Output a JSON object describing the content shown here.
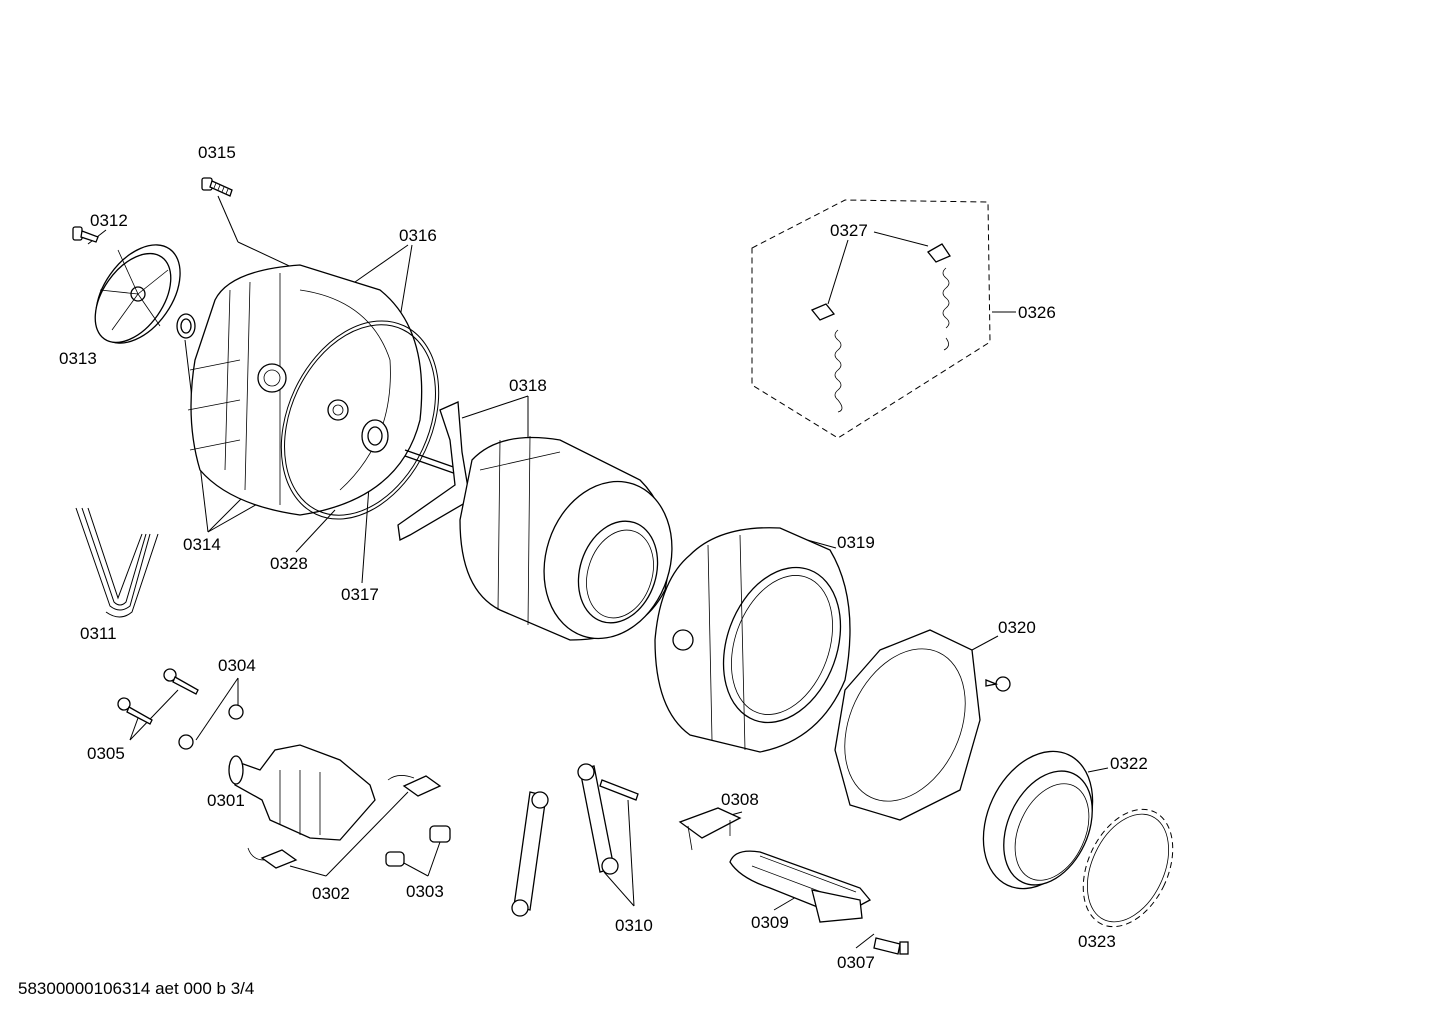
{
  "footer": "58300000106314 aet 000 b 3/4",
  "callouts": {
    "c0301": "0301",
    "c0302": "0302",
    "c0303": "0303",
    "c0304": "0304",
    "c0305": "0305",
    "c0307": "0307",
    "c0308": "0308",
    "c0309": "0309",
    "c0310": "0310",
    "c0311": "0311",
    "c0312": "0312",
    "c0313": "0313",
    "c0314": "0314",
    "c0315": "0315",
    "c0316": "0316",
    "c0317": "0317",
    "c0318": "0318",
    "c0319": "0319",
    "c0320": "0320",
    "c0322": "0322",
    "c0323": "0323",
    "c0326": "0326",
    "c0327": "0327",
    "c0328": "0328"
  },
  "colors": {
    "line": "#000000",
    "background": "#ffffff"
  }
}
